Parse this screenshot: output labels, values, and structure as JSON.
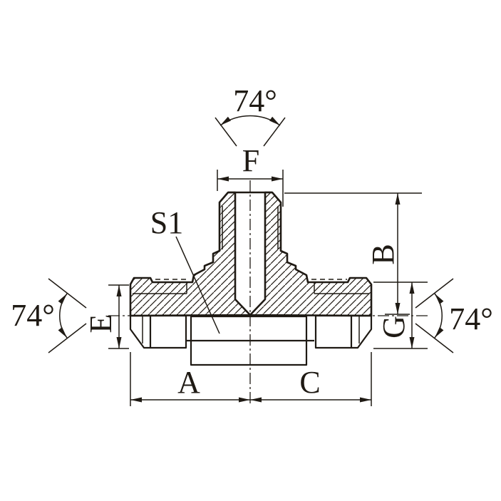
{
  "drawing": {
    "type": "engineering-section-drawing",
    "subject": "hydraulic branch tee fitting with 74-degree flare seats, half-section view",
    "colors": {
      "line": "#1f1a14",
      "background": "#ffffff"
    },
    "labels": {
      "angle_top": "74°",
      "angle_left": "74°",
      "angle_right": "74°",
      "dim_f": "F",
      "dim_b": "B",
      "dim_e": "E",
      "dim_g": "G",
      "dim_a": "A",
      "dim_c": "C",
      "wrench_size": "S1"
    }
  }
}
